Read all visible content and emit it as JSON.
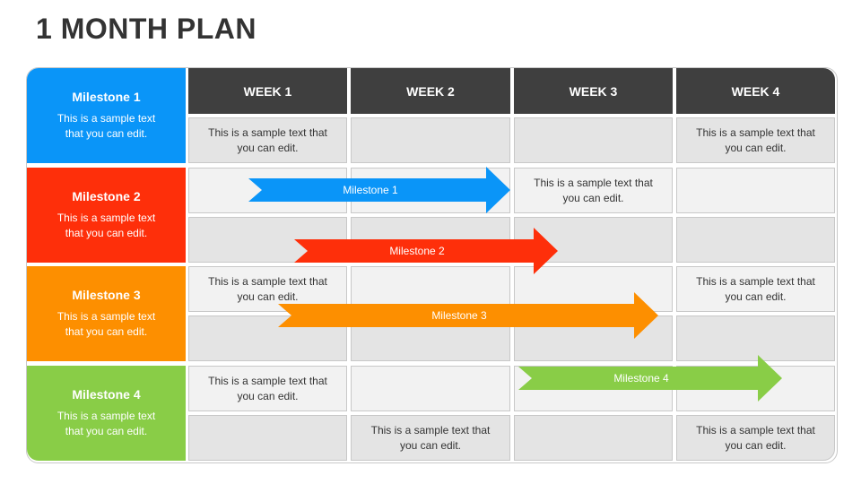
{
  "title": "1 MONTH PLAN",
  "colors": {
    "header": "#3f3f3f",
    "milestone1": "#0a95f8",
    "milestone2": "#fe2f0a",
    "milestone3": "#fd8f00",
    "milestone4": "#89cd47"
  },
  "weeks": [
    "WEEK 1",
    "WEEK 2",
    "WEEK 3",
    "WEEK 4"
  ],
  "milestones": [
    {
      "title": "Milestone 1",
      "text": "This is a sample text that you can edit."
    },
    {
      "title": "Milestone 2",
      "text": "This is a sample text that you can edit."
    },
    {
      "title": "Milestone 3",
      "text": "This is a sample text that you can edit."
    },
    {
      "title": "Milestone 4",
      "text": "This is a sample text that you can edit."
    }
  ],
  "cells": {
    "r1c1": "This is a sample text that you can edit.",
    "r1c4": "This is a sample text that you can edit.",
    "r2c3": "This is a sample text that you can edit.",
    "r4c1": "This is a sample text that you can edit.",
    "r4c4": "This is a sample text that you can edit.",
    "r6c1": "This is a sample text that you can edit.",
    "r7c2": "This is a sample text that you can edit.",
    "r7c4": "This is a sample text that you can edit."
  },
  "arrows": [
    {
      "label": "Milestone 1"
    },
    {
      "label": "Milestone 2"
    },
    {
      "label": "Milestone 3"
    },
    {
      "label": "Milestone 4"
    }
  ]
}
